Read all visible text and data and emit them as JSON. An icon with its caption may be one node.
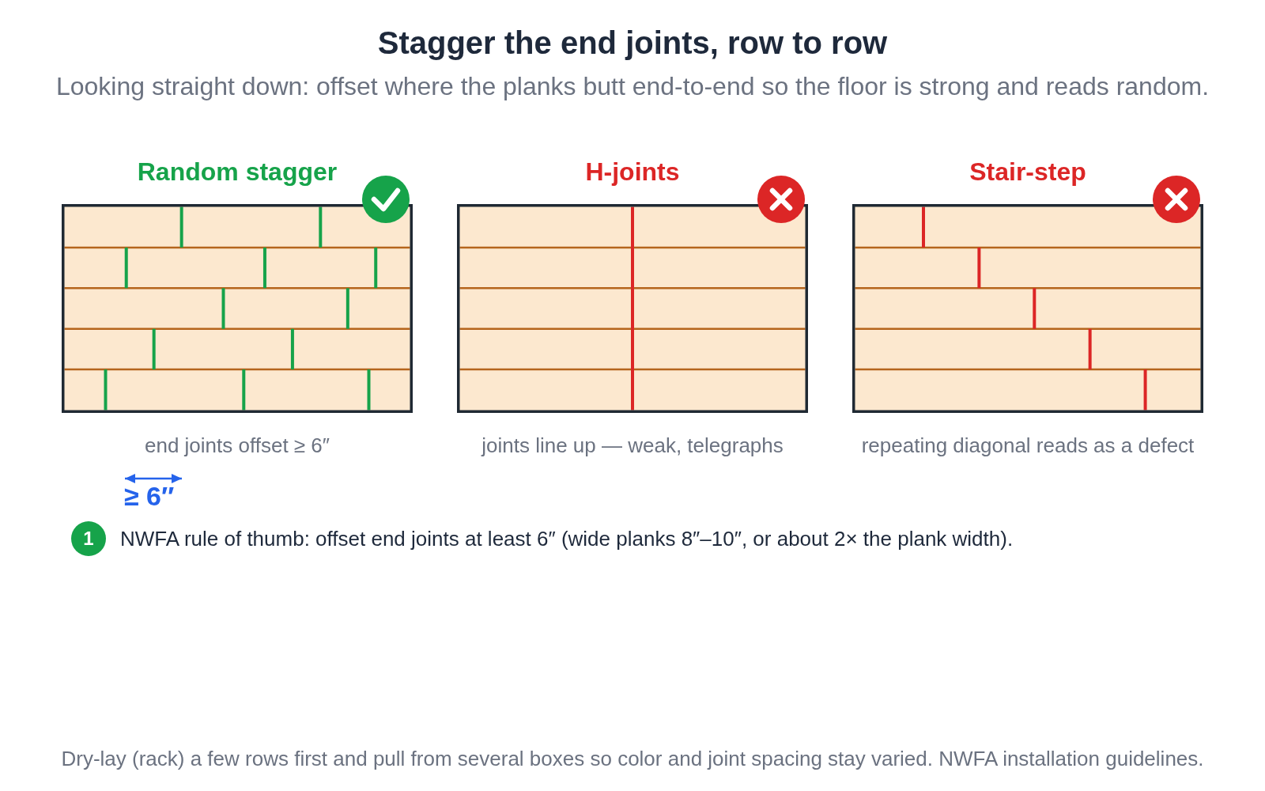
{
  "diagram": {
    "title": "Stagger the end joints, row to row",
    "caption": "Dry-lay (rack) a few rows first and pull from several boxes so color and joint spacing stay varied. NWFA installation guidelines.",
    "nodes": [
      {
        "text": [
          "Random stagger"
        ],
        "beside": [
          "end joints offset ≥ 6″"
        ]
      },
      {
        "text": [
          "H-joints"
        ],
        "beside": [
          "joints line up — weak, telegraphs"
        ]
      },
      {
        "text": [
          "Stair-step"
        ],
        "beside": [
          "repeating diagonal reads as a defect"
        ]
      }
    ],
    "labels": [
      "Looking straight down: offset where the planks butt end-to-end so the floor is strong and reads random.",
      "≥ 6″",
      "1",
      "NWFA rule of thumb: offset end joints at least 6″ (wide planks 8″–10″, or about 2× the plank width)."
    ]
  }
}
